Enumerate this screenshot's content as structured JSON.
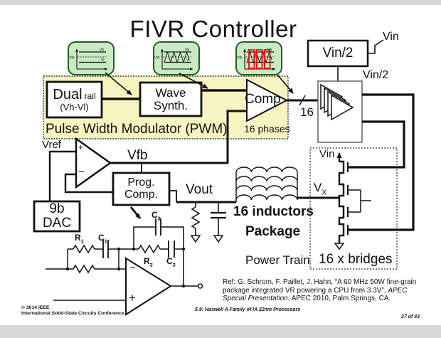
{
  "title": "FIVR Controller",
  "colors": {
    "pwm_bg": "#f8f4c2",
    "green_fill": "#c9eac3",
    "green_border": "#235c23",
    "pulse_red": "#e31414",
    "ink": "#111111",
    "margin_gray": "#d7d7d7"
  },
  "waveforms": {
    "box1": {
      "vth": "Vth",
      "vh": "Vh",
      "vl": "Vl"
    },
    "box2": {
      "vth": "Vth",
      "vh": "Vh",
      "vl": "Vl"
    },
    "box3": {
      "vth": "Vth",
      "vh": "Vh"
    }
  },
  "pwm": {
    "label": "Pulse Width Modulator (PWM)",
    "phases": "16 phases",
    "dual_rail_big": "Dual",
    "dual_rail_small": "rail",
    "dual_rail_line2": "(Vh-Vl)",
    "wave_synth_line1": "Wave",
    "wave_synth_line2": "Synth.",
    "comp": "Comp"
  },
  "driver": {
    "bus_width": "16",
    "vin2_box": "Vin/2",
    "vin": "Vin",
    "vin2_label": "Vin/2"
  },
  "power_train": {
    "vin": "Vin",
    "vx": {
      "main": "V",
      "sub": "X"
    },
    "bridges": "16 x bridges",
    "label": "Power Train"
  },
  "analog": {
    "vref": "Vref",
    "vfb": "Vfb",
    "plus": "+",
    "minus": "−",
    "prog_comp_line1": "Prog.",
    "prog_comp_line2": "Comp.",
    "dac_line1": "9b",
    "dac_line2": "DAC",
    "vout": "Vout"
  },
  "package": {
    "inductors": "16 inductors",
    "label": "Package"
  },
  "comp_network": {
    "r1": {
      "main": "R",
      "sub": "1"
    },
    "c1": {
      "main": "C",
      "sub": "1"
    },
    "r2": {
      "main": "R",
      "sub": "2"
    },
    "c2": {
      "main": "C",
      "sub": "2"
    },
    "c3": {
      "main": "C",
      "sub": "3"
    },
    "opamp_minus": "−",
    "opamp_plus": "+"
  },
  "reference": {
    "line1": "Ref: G. Schrom, F. Paillet, J. Hahn,  “A 60 MHz 50W fine-grain",
    "line2_normal": "package integrated VR powering a CPU from 3.3V”, ",
    "line2_italic": "APEC",
    "line3_italic": "Special Presentation",
    "line3_normal": ", APEC 2010, Palm Springs, CA."
  },
  "footer": {
    "copyright": "© 2014 IEEE",
    "conference": "International Solid-State Circuits Conference",
    "session": "5.9: Haswell A Family of IA 22nm Processors",
    "page": "27 of 43"
  }
}
